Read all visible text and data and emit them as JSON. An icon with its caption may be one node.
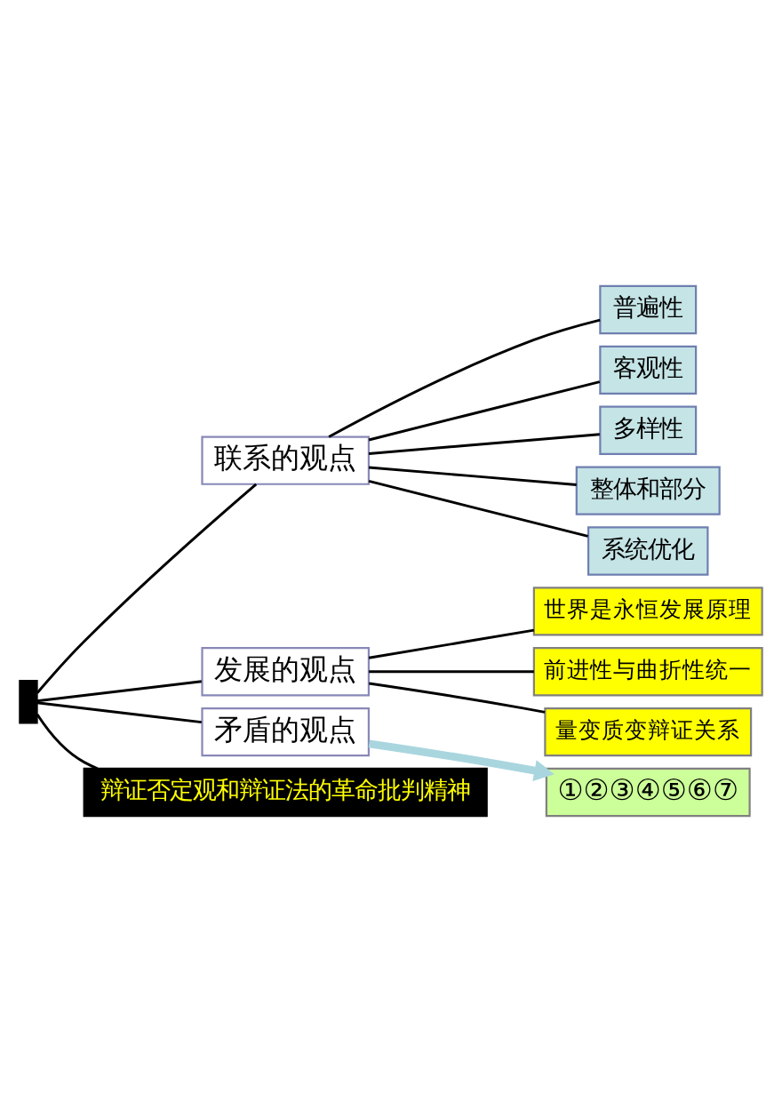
{
  "diagram": {
    "nodes": [
      {
        "text": [],
        "shape": "bar"
      },
      {
        "text": [
          "联系的观点"
        ]
      },
      {
        "text": [
          "普遍性"
        ]
      },
      {
        "text": [
          "客观性"
        ]
      },
      {
        "text": [
          "多样性"
        ]
      },
      {
        "text": [
          "整体和部分"
        ]
      },
      {
        "text": [
          "系统优化"
        ]
      },
      {
        "text": [
          "发展的观点"
        ]
      },
      {
        "text": [
          "世界是永恒发展原理"
        ]
      },
      {
        "text": [
          "前进性与曲折性统一"
        ]
      },
      {
        "text": [
          "量变质变辩证关系"
        ]
      },
      {
        "text": [
          "矛盾的观点"
        ]
      },
      {
        "text": [
          "①②③④⑤⑥⑦"
        ]
      },
      {
        "text": [
          "辩证否定观和辩证法的革命批判精神"
        ]
      }
    ],
    "edges": [
      {
        "from": 0,
        "to": 1,
        "arrow": "none"
      },
      {
        "from": 0,
        "to": 7,
        "arrow": "none"
      },
      {
        "from": 0,
        "to": 11,
        "arrow": "none"
      },
      {
        "from": 0,
        "to": 13,
        "arrow": "none"
      },
      {
        "from": 1,
        "to": 2,
        "arrow": "none"
      },
      {
        "from": 1,
        "to": 3,
        "arrow": "none"
      },
      {
        "from": 1,
        "to": 4,
        "arrow": "none"
      },
      {
        "from": 1,
        "to": 5,
        "arrow": "none"
      },
      {
        "from": 1,
        "to": 6,
        "arrow": "none"
      },
      {
        "from": 7,
        "to": 8,
        "arrow": "none"
      },
      {
        "from": 7,
        "to": 9,
        "arrow": "none"
      },
      {
        "from": 7,
        "to": 10,
        "arrow": "none"
      },
      {
        "from": 11,
        "to": 12,
        "arrow": "to",
        "style": "thick",
        "color": "#a9d6de"
      }
    ]
  }
}
